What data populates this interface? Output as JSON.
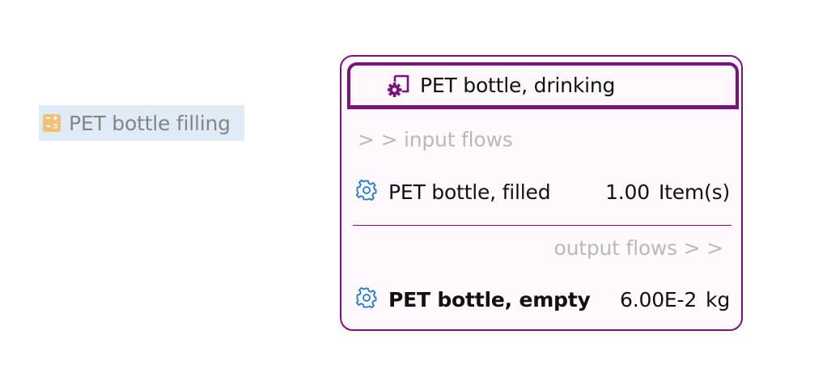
{
  "colors": {
    "process_border": "#7c1280",
    "process_fill": "#fff8fd",
    "mini_node_fill": "#dfecf6",
    "mini_node_text": "#858585",
    "section_label": "#b9b9b9",
    "flow_icon": "#1e78d2",
    "calc_icon": "#f4bf76"
  },
  "mini_node": {
    "icon": "calculator-icon",
    "label": "PET bottle filling"
  },
  "process": {
    "icon": "process-icon",
    "title": "PET bottle, drinking",
    "input_section_label": "> > input flows",
    "output_section_label": "output flows > >",
    "inputs": [
      {
        "icon": "gear-icon",
        "name": "PET bottle, filled",
        "amount": "1.00",
        "unit": "Item(s)"
      }
    ],
    "outputs": [
      {
        "icon": "gear-icon",
        "name": "PET bottle, empty",
        "amount": "6.00E-2",
        "unit": "kg",
        "bold": true
      }
    ]
  }
}
